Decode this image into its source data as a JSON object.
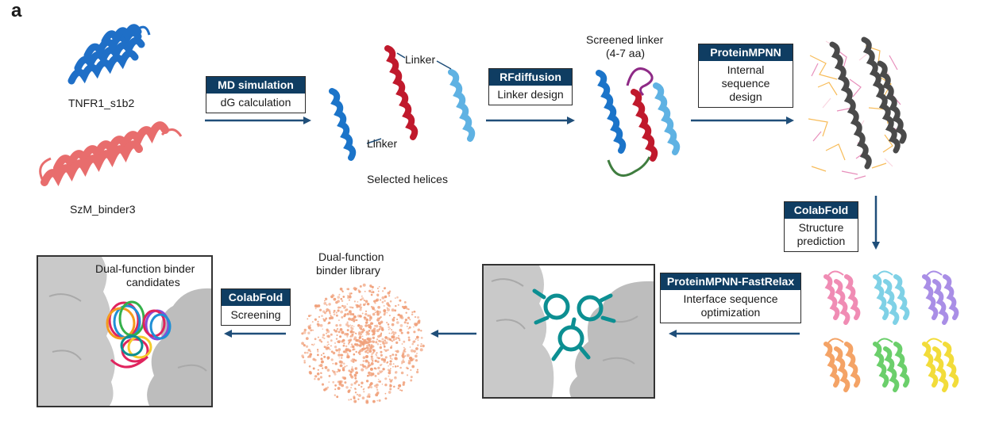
{
  "panel_label": "a",
  "colors": {
    "step_header": "#0f3d62",
    "arrow": "#1f4e79",
    "tnfr": "#1f6fc7",
    "szm": "#e86d6d",
    "helix_dark_blue": "#1b74c9",
    "helix_red": "#c0192c",
    "helix_light_blue": "#5fb2e3",
    "linker_purple": "#8e2a86",
    "linker_green": "#3f7d3f",
    "library_dots": "#f0a07a",
    "target_complex": "#0c8f92"
  },
  "inputs": {
    "tnfr_label": "TNFR1_s1b2",
    "szm_label": "SzM_binder3"
  },
  "steps": {
    "md": {
      "title": "MD simulation",
      "lines": [
        "dG calculation"
      ]
    },
    "rfdiffusion": {
      "title": "RFdiffusion",
      "lines": [
        "Linker design"
      ]
    },
    "proteinmpnn": {
      "title": "ProteinMPNN",
      "lines": [
        "Internal",
        "sequence",
        "design"
      ]
    },
    "colabfold_predict": {
      "title": "ColabFold",
      "lines": [
        "Structure",
        "prediction"
      ]
    },
    "fastrelax": {
      "title": "ProteinMPNN-FastRelax",
      "lines": [
        "Interface sequence",
        "optimization"
      ]
    },
    "colabfold_screen": {
      "title": "ColabFold",
      "lines": [
        "Screening"
      ]
    }
  },
  "labels": {
    "linker_top": "Linker",
    "linker_bottom": "Linker",
    "selected_helices": "Selected helices",
    "screened_linker_line1": "Screened linker",
    "screened_linker_line2": "(4-7 aa)",
    "library_line1": "Dual-function",
    "library_line2": "binder library",
    "candidates_line1": "Dual-function binder",
    "candidates_line2": "candidates"
  },
  "predicted_structure_colors": [
    "#f08cb4",
    "#7fd1e6",
    "#a98ee6",
    "#f4a366",
    "#6bcf6b",
    "#f2dc3a"
  ]
}
